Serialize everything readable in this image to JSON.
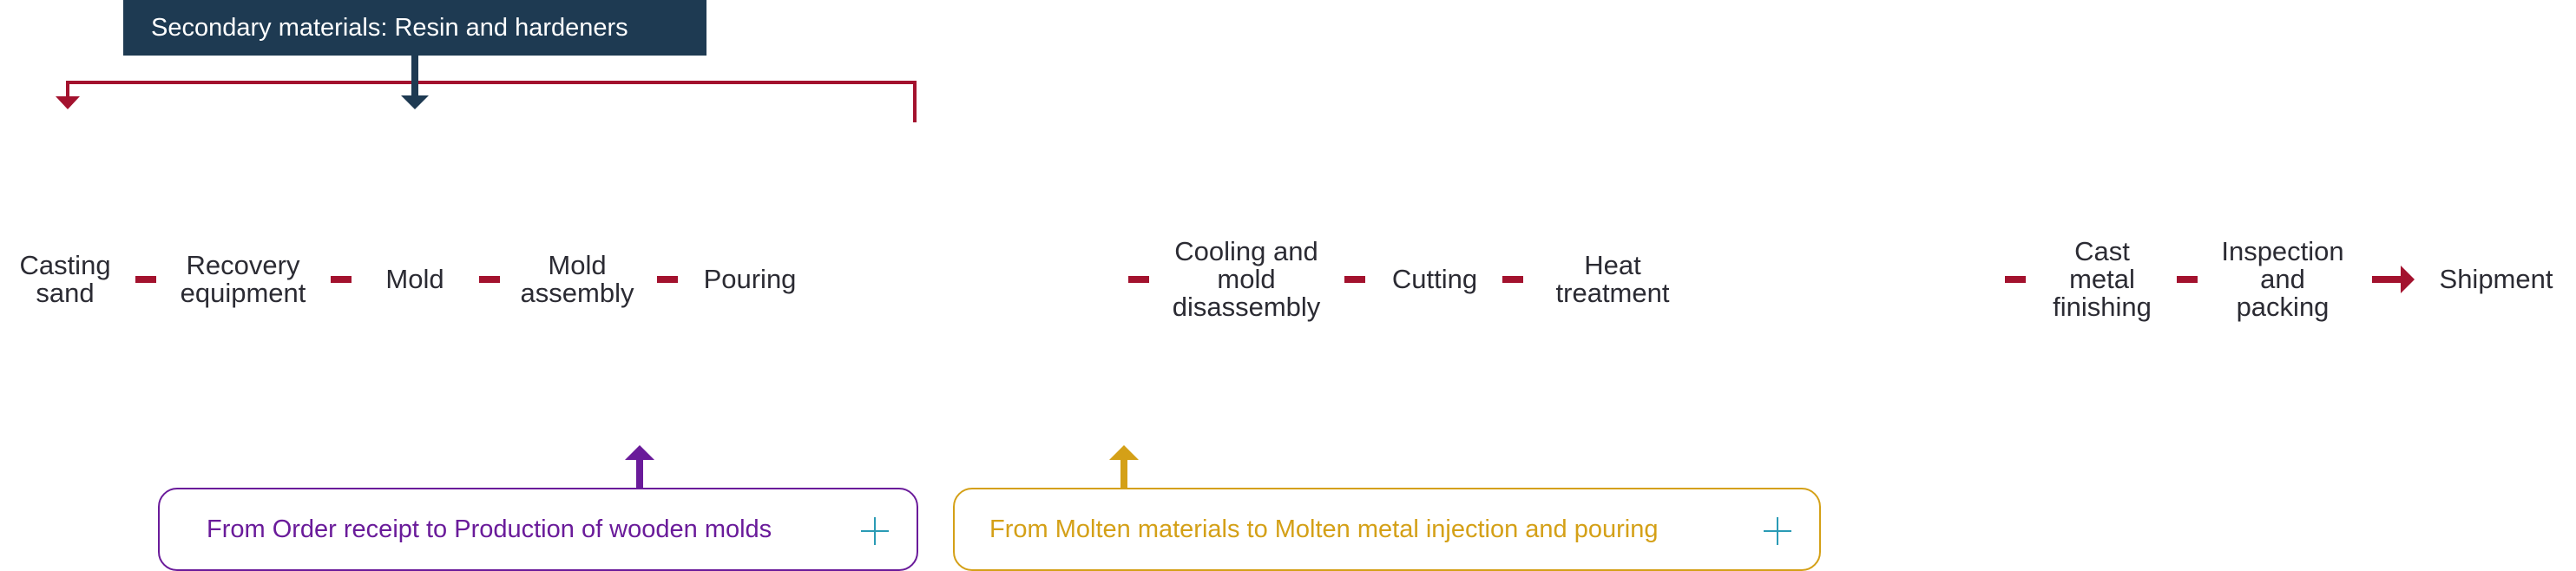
{
  "banner": {
    "label": "Secondary materials: Resin and hardeners"
  },
  "flow": {
    "group1": [
      "Casting\nsand",
      "Recovery\nequipment",
      "Mold",
      "Mold\nassembly",
      "Pouring"
    ],
    "group2": [
      "Cooling and\nmold\ndisassembly",
      "Cutting",
      "Heat\ntreatment"
    ],
    "group3": [
      "Cast\nmetal\nfinishing",
      "Inspection\nand\npacking",
      "Shipment"
    ]
  },
  "links": {
    "wooden_molds": {
      "label": "From Order receipt  to Production of wooden molds",
      "color": "#6a1b9a"
    },
    "molten_metal": {
      "label": "From Molten materials to Molten metal injection and pouring",
      "color": "#d4a017"
    }
  },
  "colors": {
    "connector": "#a3122e",
    "banner": "#1e3a52",
    "plus": "#2a9bb5"
  }
}
